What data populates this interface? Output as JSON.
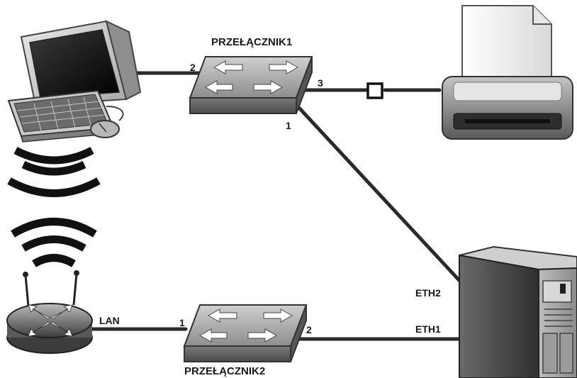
{
  "switch1": {
    "name": "PRZEŁĄCZNIK1",
    "port_pc": "2",
    "port_printer": "3",
    "port_server": "1"
  },
  "switch2": {
    "name": "PRZEŁĄCZNIK2",
    "port_router": "1",
    "port_server": "2"
  },
  "router": {
    "link_label": "LAN"
  },
  "server": {
    "eth_switch1": "ETH2",
    "eth_switch2": "ETH1"
  },
  "icons": [
    "desktop-computer-icon",
    "network-switch-icon",
    "printer-icon",
    "wifi-waves-icon",
    "wireless-router-icon",
    "server-tower-icon",
    "connector-box-icon"
  ]
}
